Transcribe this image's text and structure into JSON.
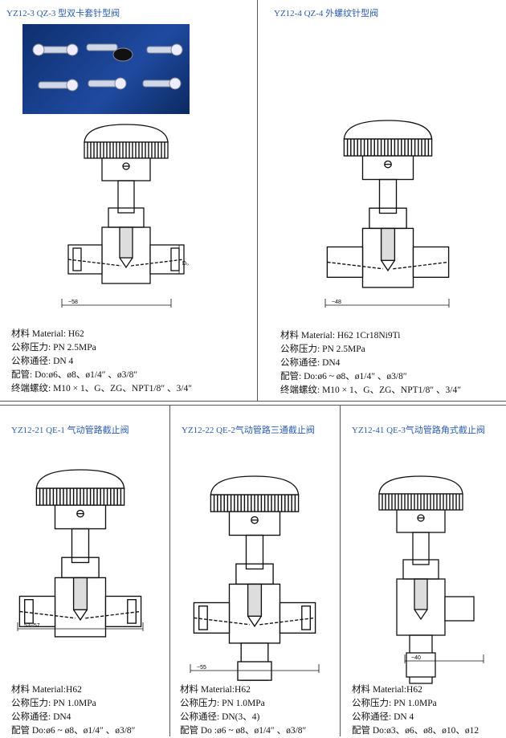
{
  "panels": [
    {
      "title": "YZ12-3 QZ-3 型双卡套针型阀",
      "dimension": "~58",
      "diameter_label": "D₀",
      "specs": [
        "材料 Material: H62",
        "公称压力:  PN 2.5MPa",
        "公称通径:  DN 4",
        "配管:  Do:ø6、ø8、ø1/4″ 、ø3/8″",
        "终端螺纹:  M10 × 1、G、ZG、NPT1/8″ 、3/4″"
      ]
    },
    {
      "title": "YZ12-4 QZ-4 外螺纹针型阀",
      "dimension": "~48",
      "specs": [
        "材料  Material: H62 1Cr18Ni9Ti",
        "公称压力:  PN 2.5MPa",
        "公称通径:  DN4",
        "配管:  Do:ø6 ~ ø8、ø1/4″ 、ø3/8″",
        "终端螺纹:  M10 × 1、G、ZG、NPT1/8″ 、3/4″"
      ]
    },
    {
      "title": "YZ12-21 QE-1  气动管路截止阀",
      "dimension": "53~57",
      "specs": [
        "材料 Material:H62",
        "公称压力:  PN 1.0MPa",
        "公称通径:  DN4",
        "配管 Do:ø6 ~ ø8、ø1/4″ 、ø3/8″"
      ]
    },
    {
      "title": "YZ12-22 QE-2气动管路三通截止阀",
      "dimension": "~55",
      "specs": [
        "材料 Material:H62",
        "公称压力:  PN 1.0MPa",
        "公称通径:  DN(3、4)",
        "配管 Do :ø6 ~ ø8、ø1/4″ 、ø3/8″"
      ]
    },
    {
      "title": "YZ12-41 QE-3气动管路角式截止阀",
      "dimension": "~40",
      "specs": [
        "材料 Material:H62",
        "公称压力:  PN 1.0MPa",
        "公称通径:  DN 4",
        "配管 Do:ø3、ø6、ø8、ø10、ø12"
      ]
    }
  ],
  "colors": {
    "title": "#2a5db0",
    "photo_bg": "#1f4aa0"
  }
}
